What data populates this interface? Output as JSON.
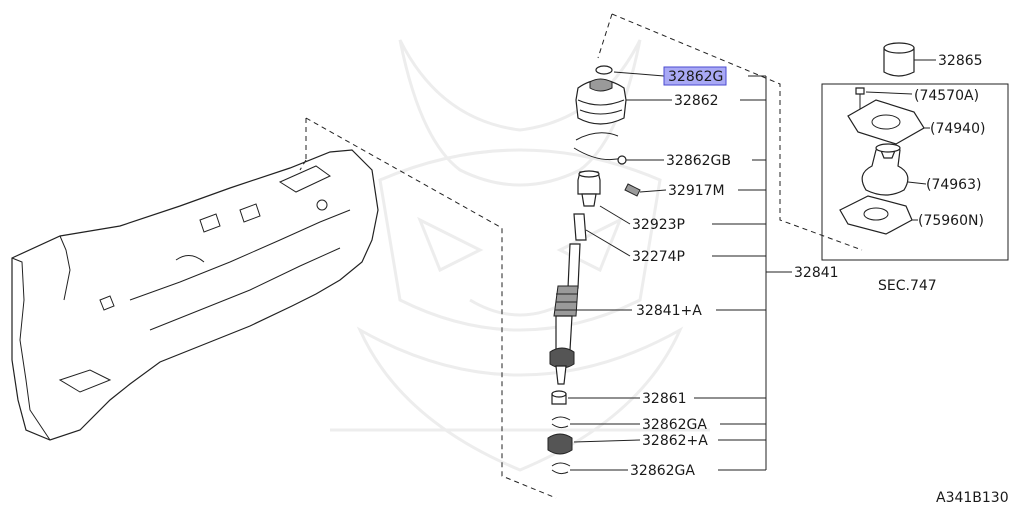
{
  "diagram": {
    "code": "A341B130",
    "labels": {
      "p32865": "32865",
      "p32862G": "32862G",
      "p32862": "32862",
      "p32862GB": "32862GB",
      "p32917M": "32917M",
      "p32923P": "32923P",
      "p32274P": "32274P",
      "p32841": "32841",
      "p32841A": "32841+A",
      "p32861": "32861",
      "p32862GA_1": "32862GA",
      "p32862A": "32862+A",
      "p32862GA_2": "32862GA",
      "p74570A": "(74570A)",
      "p74940": "(74940)",
      "p74963": "(74963)",
      "p75960N": "(75960N)",
      "sec747": "SEC.747"
    },
    "highlight_color": "#7b7bf0"
  }
}
